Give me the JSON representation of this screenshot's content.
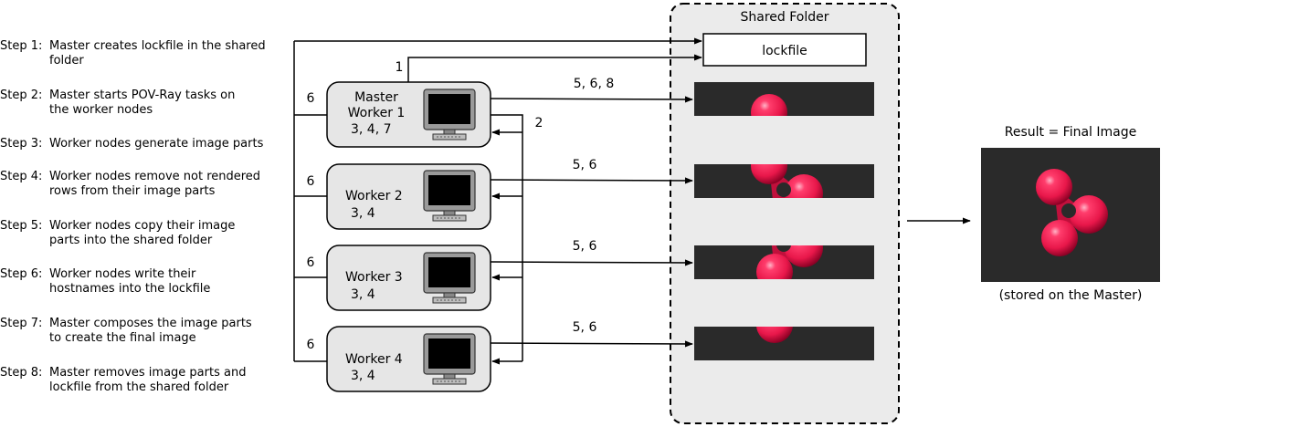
{
  "steps": [
    {
      "num": "Step 1:",
      "text": "Master creates lockfile in the shared\nfolder"
    },
    {
      "num": "Step 2:",
      "text": "Master starts POV-Ray tasks on\nthe worker nodes"
    },
    {
      "num": "Step 3:",
      "text": "Worker nodes generate image parts"
    },
    {
      "num": "Step 4:",
      "text": "Worker nodes remove not rendered\nrows from their image parts"
    },
    {
      "num": "Step 5:",
      "text": "Worker nodes copy their image\nparts into the shared folder"
    },
    {
      "num": "Step 6:",
      "text": "Worker nodes write their\nhostnames into the lockfile"
    },
    {
      "num": "Step 7:",
      "text": "Master composes the image parts\nto create the final image"
    },
    {
      "num": "Step 8:",
      "text": "Master removes image parts and\nlockfile from the shared folder"
    }
  ],
  "nodes": [
    {
      "title": "Master\nWorker 1",
      "steps": "3, 4, 7"
    },
    {
      "title": "Worker 2",
      "steps": "3, 4"
    },
    {
      "title": "Worker 3",
      "steps": "3, 4"
    },
    {
      "title": "Worker 4",
      "steps": "3, 4"
    }
  ],
  "shared_folder": {
    "title": "Shared Folder",
    "lockfile": "lockfile"
  },
  "edge_labels": {
    "lock_create": "1",
    "start_tasks": "2",
    "master_copy": "5, 6, 8",
    "w2_copy": "5, 6",
    "w3_copy": "5, 6",
    "w4_copy": "5, 6",
    "host_master": "6",
    "host_w2": "6",
    "host_w3": "6",
    "host_w4": "6"
  },
  "result": {
    "title": "Result = Final Image",
    "caption": "(stored on the Master)"
  },
  "colors": {
    "molecule": "#e8174a",
    "image_bg": "#2a2a2a",
    "node_fill": "#e6e6e6",
    "folder_fill": "#ebebeb"
  }
}
